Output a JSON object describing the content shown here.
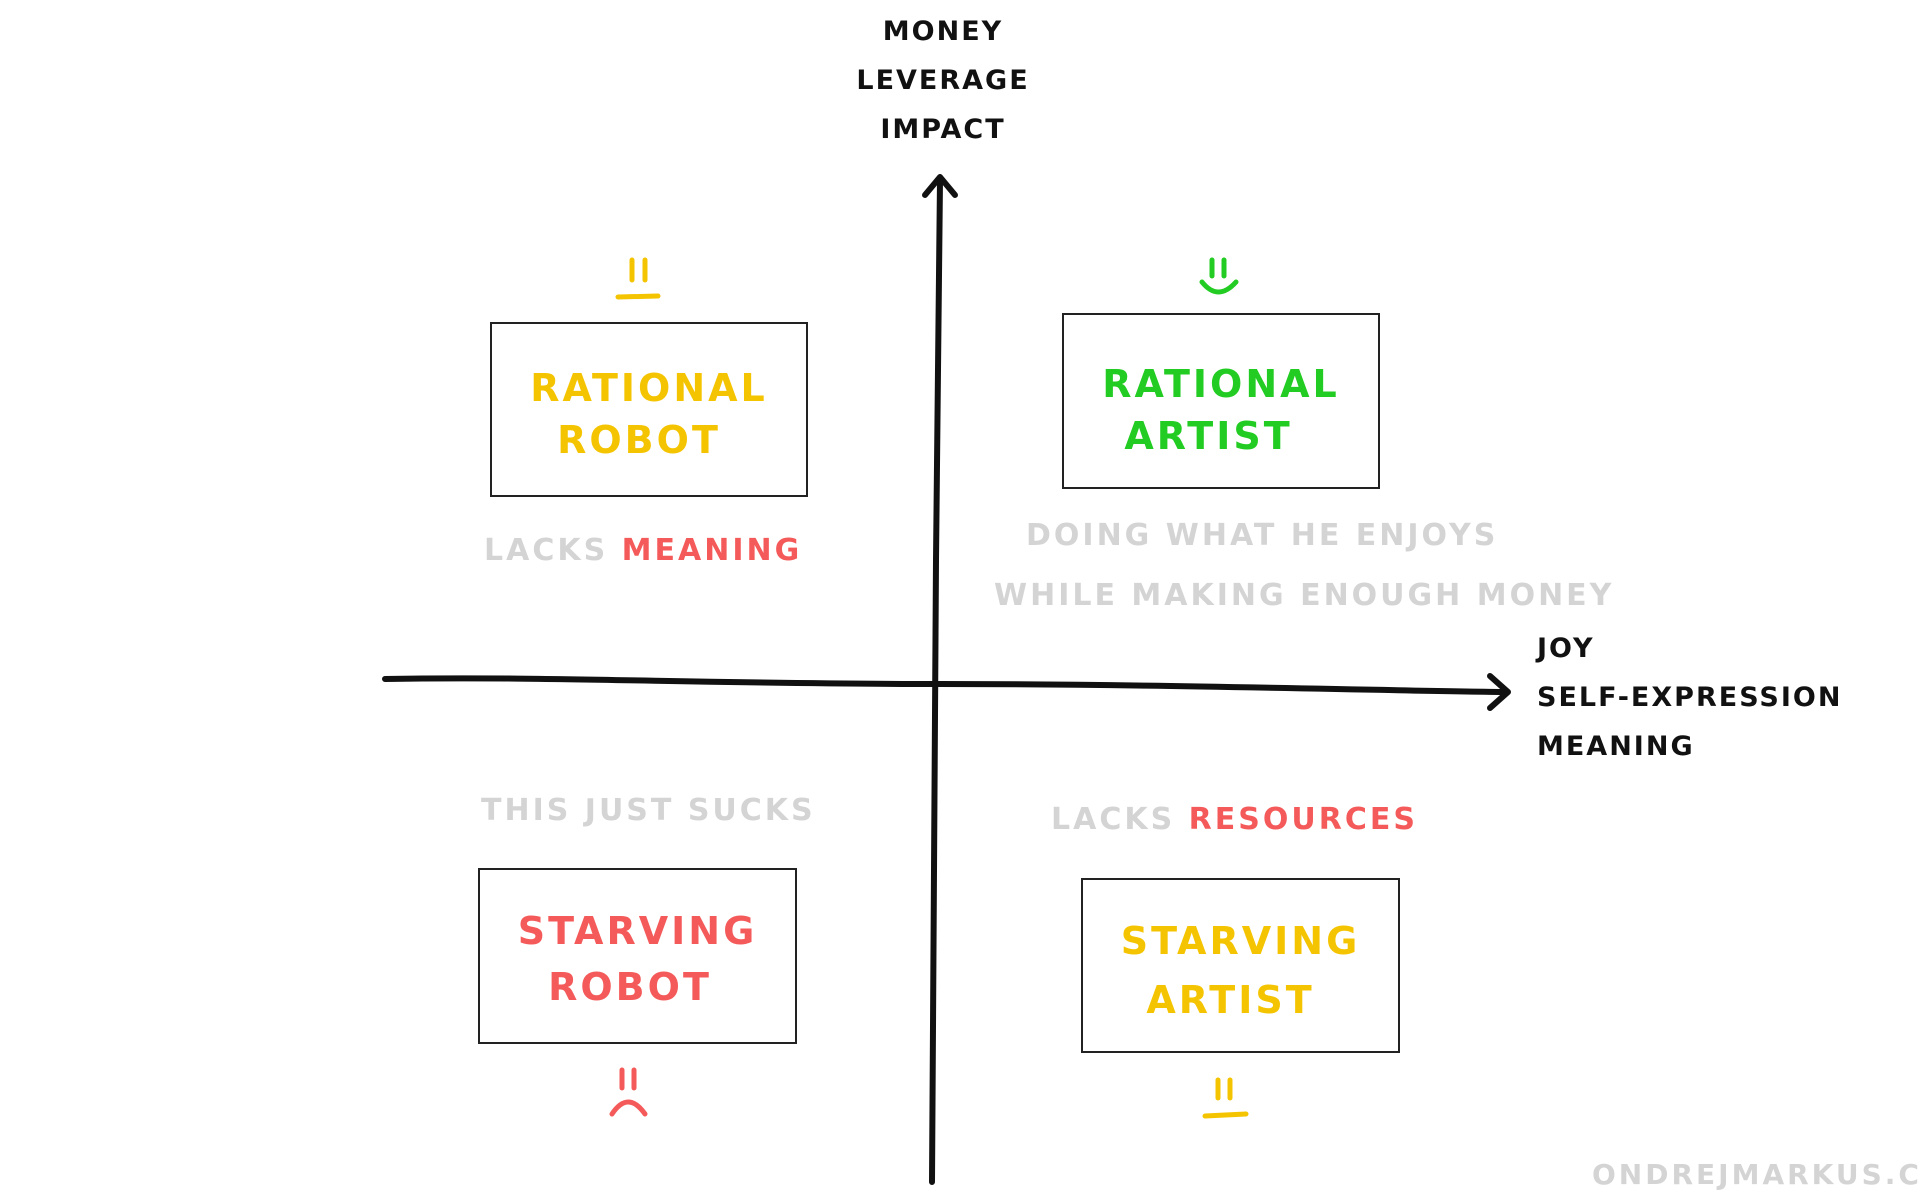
{
  "colors": {
    "axis": "#111111",
    "yellow": "#f5c400",
    "green": "#22cc22",
    "red": "#f55a5a",
    "gray": "#d4d4d4"
  },
  "y_axis_label": [
    "MONEY",
    "LEVERAGE",
    "IMPACT"
  ],
  "x_axis_label": [
    "JOY",
    "SELF-EXPRESSION",
    "MEANING"
  ],
  "quadrants": {
    "top_left": {
      "lines": [
        "RATIONAL",
        "ROBOT"
      ],
      "face": "neutral-face-icon",
      "note_gray": "LACKS",
      "note_red": "MEANING"
    },
    "top_right": {
      "lines": [
        "RATIONAL",
        "ARTIST"
      ],
      "face": "happy-face-icon",
      "note_lines": [
        "DOING WHAT HE ENJOYS",
        "WHILE MAKING ENOUGH MONEY"
      ]
    },
    "bottom_left": {
      "lines": [
        "STARVING",
        "ROBOT"
      ],
      "face": "sad-face-icon",
      "note": "THIS JUST SUCKS"
    },
    "bottom_right": {
      "lines": [
        "STARVING",
        "ARTIST"
      ],
      "face": "neutral-face-icon",
      "note_gray": "LACKS",
      "note_red": "RESOURCES"
    }
  },
  "watermark": "ONDREJMARKUS.COM"
}
